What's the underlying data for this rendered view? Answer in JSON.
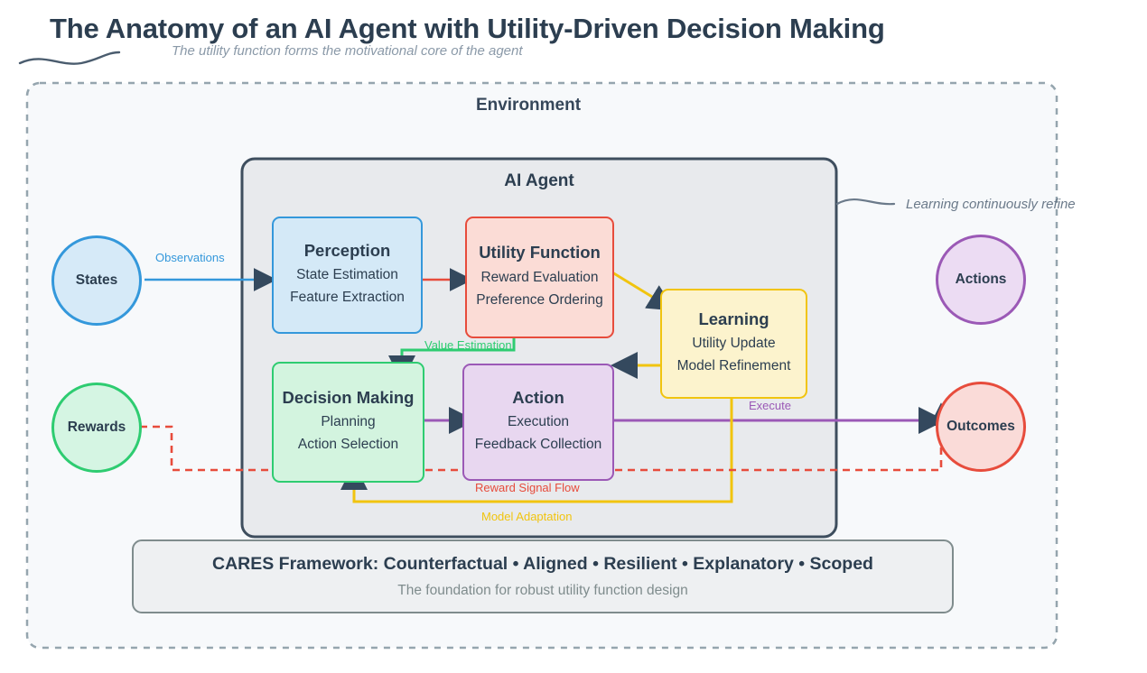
{
  "header": {
    "title": "The Anatomy of an AI Agent with Utility-Driven Decision Making",
    "subtitle": "The utility function forms the motivational core of the agent",
    "sidenote": "Learning continuously refine"
  },
  "containers": {
    "environment_label": "Environment",
    "agent_label": "AI Agent"
  },
  "colors": {
    "title": "#2c3e50",
    "subtitle": "#8a99a8",
    "environment_border": "#95a5ae",
    "environment_fill": "#f7f9fb",
    "agent_border": "#3e4e5e",
    "agent_fill": "#e8eaed",
    "perception": "#3498db",
    "utility": "#e74c3c",
    "decision": "#2ecc71",
    "action": "#9b59b6",
    "learning": "#f1c40f",
    "states": "#3498db",
    "rewards": "#2ecc71",
    "actions": "#9b59b6",
    "outcomes": "#e74c3c",
    "arrowhead": "#34495e"
  },
  "boxes": [
    {
      "id": "perception",
      "title": "Perception",
      "lines": [
        "State Estimation",
        "Feature Extraction"
      ],
      "border": "#3498db",
      "fill": "#d4e9f7"
    },
    {
      "id": "utility",
      "title": "Utility Function",
      "lines": [
        "Reward Evaluation",
        "Preference Ordering"
      ],
      "border": "#e74c3c",
      "fill": "#fbdcd6"
    },
    {
      "id": "learning",
      "title": "Learning",
      "lines": [
        "Utility Update",
        "Model Refinement"
      ],
      "border": "#f1c40f",
      "fill": "#fcf3cd"
    },
    {
      "id": "decision",
      "title": "Decision Making",
      "lines": [
        "Planning",
        "Action Selection"
      ],
      "border": "#2ecc71",
      "fill": "#d3f4df"
    },
    {
      "id": "action",
      "title": "Action",
      "lines": [
        "Execution",
        "Feedback Collection"
      ],
      "border": "#9b59b6",
      "fill": "#e8d7f0"
    }
  ],
  "circles": [
    {
      "id": "states",
      "label": "States",
      "border": "#3498db",
      "fill": "#d6eaf8"
    },
    {
      "id": "rewards",
      "label": "Rewards",
      "border": "#2ecc71",
      "fill": "#d5f5e3"
    },
    {
      "id": "actions",
      "label": "Actions",
      "border": "#9b59b6",
      "fill": "#ecdcf3"
    },
    {
      "id": "outcomes",
      "label": "Outcomes",
      "border": "#e74c3c",
      "fill": "#fadbd8"
    }
  ],
  "edges": [
    {
      "id": "observations",
      "label": "Observations",
      "color": "#3498db"
    },
    {
      "id": "value-estimation",
      "label": "Value Estimation",
      "color": "#2ecc71"
    },
    {
      "id": "execute",
      "label": "Execute",
      "color": "#9b59b6"
    },
    {
      "id": "reward-signal-flow",
      "label": "Reward Signal Flow",
      "color": "#e74c3c"
    },
    {
      "id": "model-adaptation",
      "label": "Model Adaptation",
      "color": "#f1c40f"
    }
  ],
  "cares": {
    "heading": "CARES Framework: Counterfactual • Aligned • Resilient • Explanatory • Scoped",
    "caption": "The foundation for robust utility function design"
  }
}
